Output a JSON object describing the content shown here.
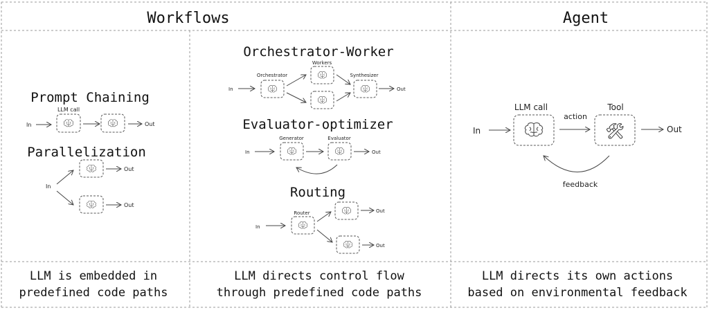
{
  "headers": {
    "workflows": "Workflows",
    "agent": "Agent"
  },
  "workflows": {
    "prompt_chaining": {
      "title": "Prompt Chaining",
      "in": "In",
      "llm_call": "LLM call",
      "out": "Out"
    },
    "parallelization": {
      "title": "Parallelization",
      "in": "In",
      "out_top": "Out",
      "out_bottom": "Out"
    },
    "orchestrator_worker": {
      "title": "Orchestrator-Worker",
      "in": "In",
      "orchestrator": "Orchestrator",
      "workers": "Workers",
      "synthesizer": "Synthesizer",
      "out": "Out"
    },
    "evaluator_optimizer": {
      "title": "Evaluator-optimizer",
      "in": "In",
      "generator": "Generator",
      "evaluator": "Evaluator",
      "out": "Out"
    },
    "routing": {
      "title": "Routing",
      "in": "In",
      "router": "Router",
      "out_top": "Out",
      "out_bottom": "Out"
    }
  },
  "agent": {
    "in": "In",
    "llm_call": "LLM call",
    "action": "action",
    "tool": "Tool",
    "tool_icon": "🛠",
    "out": "Out",
    "feedback": "feedback"
  },
  "captions": {
    "left_line1": "LLM is embedded in",
    "left_line2": "predefined code paths",
    "middle_line1": "LLM directs control flow",
    "middle_line2": "through predefined code paths",
    "right_line1": "LLM directs its own actions",
    "right_line2": "based on environmental feedback"
  },
  "icons": {
    "llm": "brain-icon",
    "tool": "hammer-wrench-icon"
  }
}
